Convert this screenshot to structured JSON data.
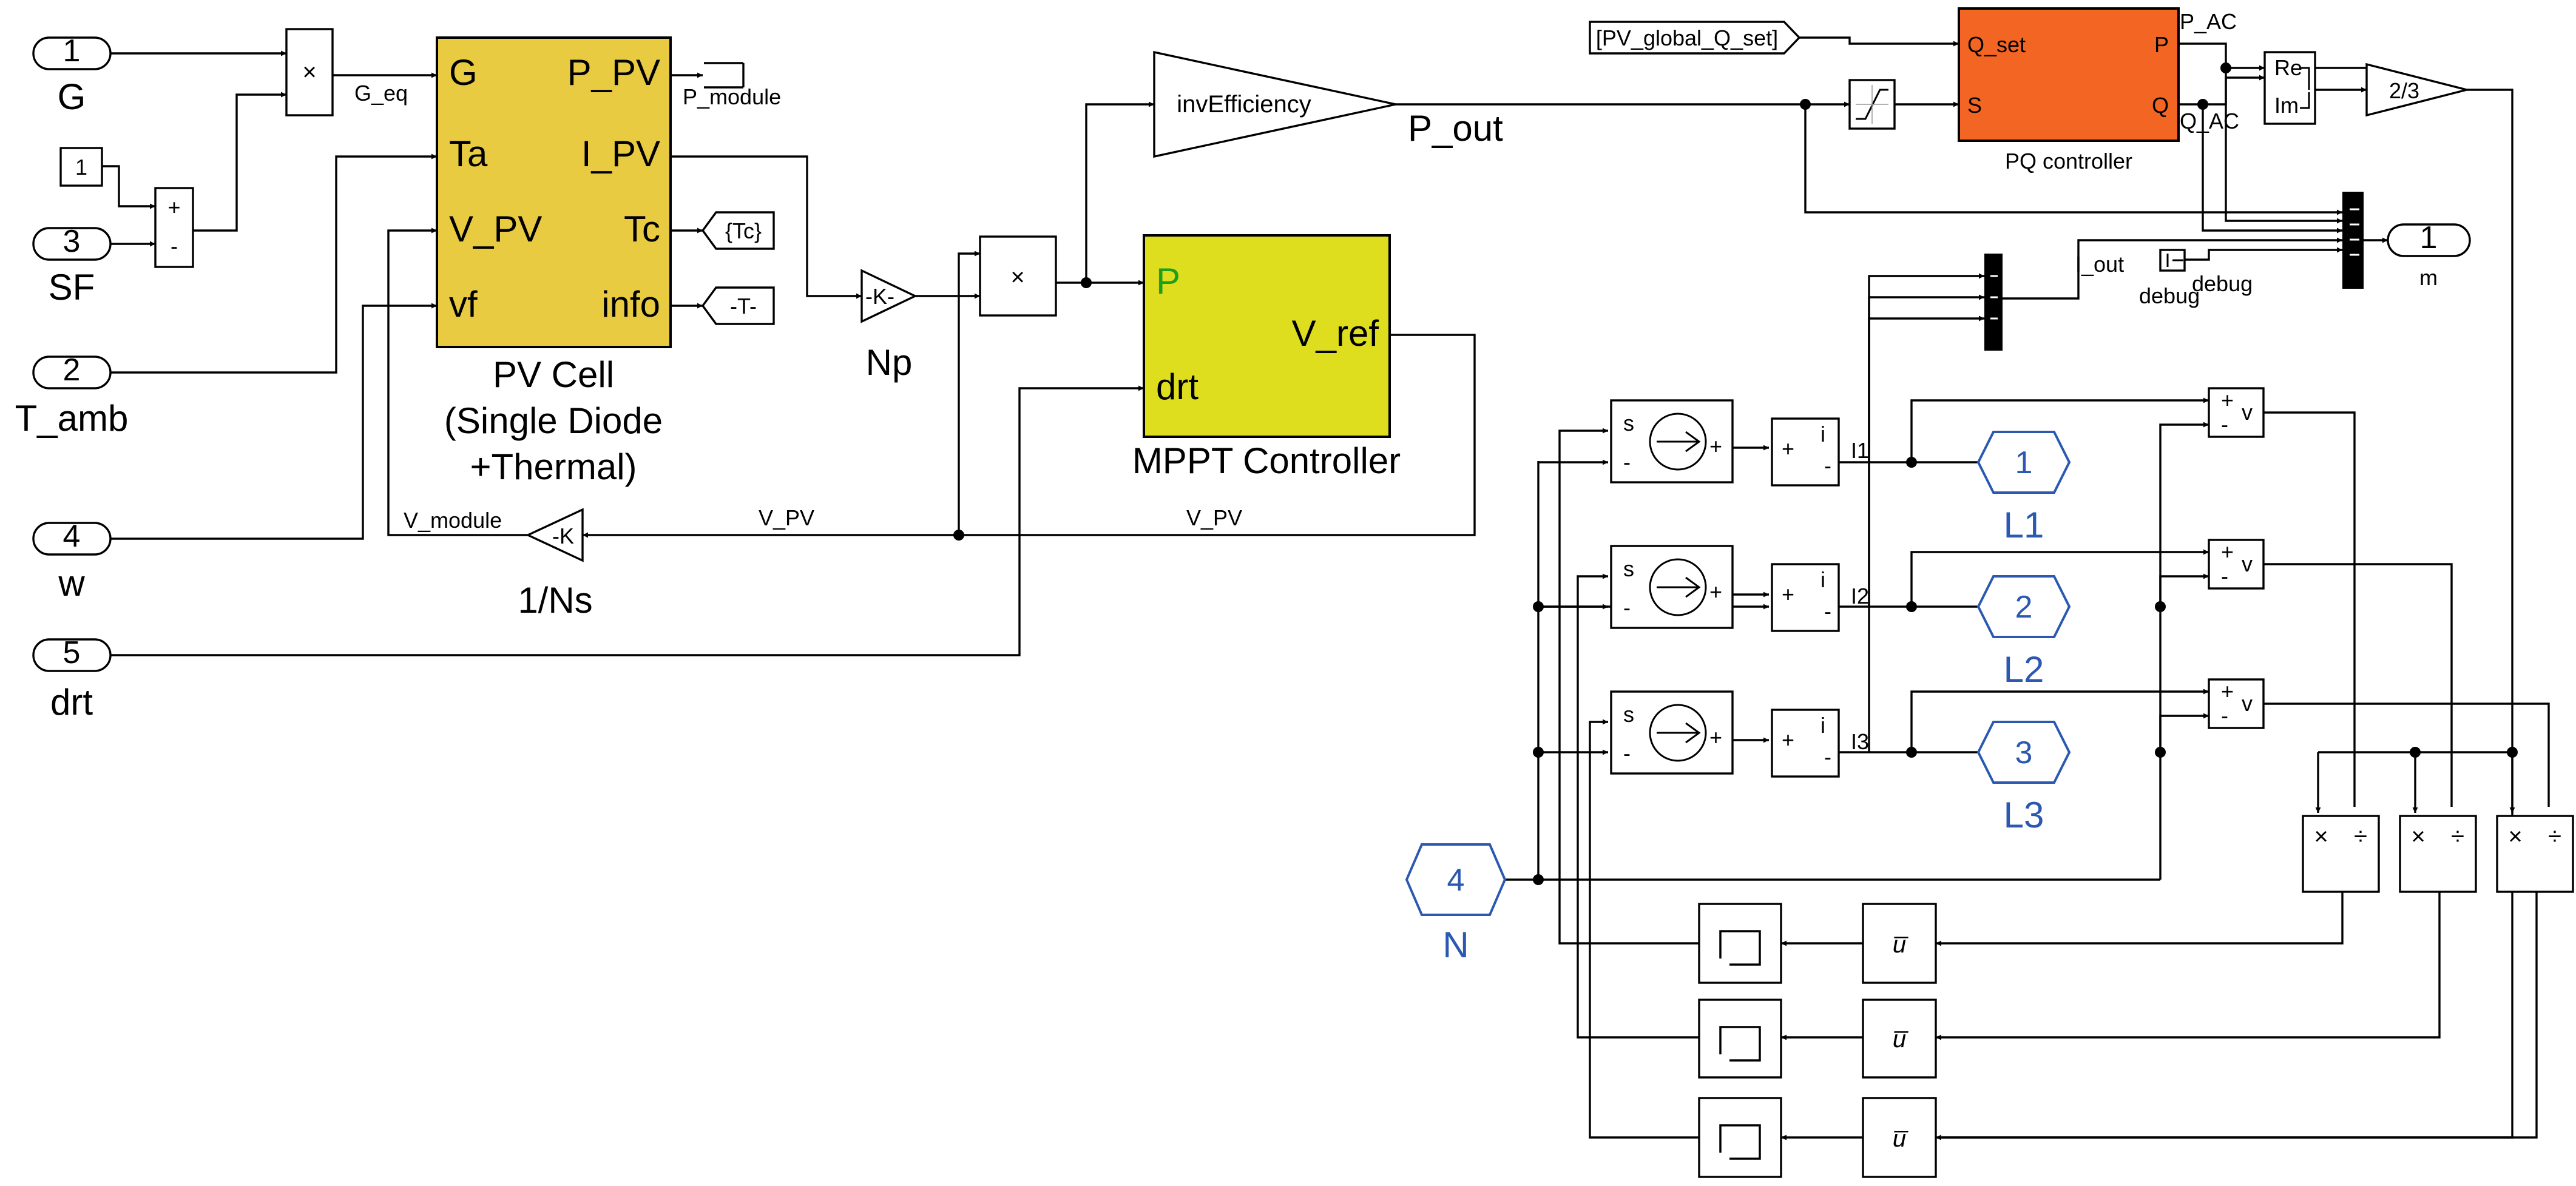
{
  "inports": [
    {
      "num": "1",
      "name": "G"
    },
    {
      "num": "3",
      "name": "SF"
    },
    {
      "num": "2",
      "name": "T_amb"
    },
    {
      "num": "4",
      "name": "w"
    },
    {
      "num": "5",
      "name": "drt"
    }
  ],
  "constant": "1",
  "sum_signs": [
    "+",
    "-"
  ],
  "product_symbol": "×",
  "divide_symbol": "÷",
  "pv_cell": {
    "title_lines": [
      "PV Cell",
      "(Single Diode",
      "+Thermal)"
    ],
    "inputs": [
      "G",
      "Ta",
      "V_PV",
      "vf"
    ],
    "outputs": [
      "P_PV",
      "I_PV",
      "Tc",
      "info"
    ],
    "color": "#e8cb40"
  },
  "signals": {
    "g_eq": "G_eq",
    "p_module": "P_module",
    "v_module": "V_module",
    "v_pv": "V_PV",
    "p_out": "P_out",
    "i_out": "I_out",
    "p_ac": "P_AC",
    "q_ac": "Q_AC"
  },
  "tags": {
    "tc": "{Tc}",
    "t": "-T-",
    "global_q": "[PV_global_Q_set]"
  },
  "gains": {
    "np": {
      "text": "-K-",
      "label": "Np"
    },
    "ns": {
      "text": "-K",
      "label": "1/Ns"
    },
    "inv_eff": "invEfficiency",
    "two_thirds": "2/3"
  },
  "mppt": {
    "title": "MPPT Controller",
    "in_p": "P",
    "in_drt": "drt",
    "out": "V_ref",
    "color": "#dede1f"
  },
  "pq": {
    "title": "PQ controller",
    "in_q": "Q_set",
    "in_s": "S",
    "out_p": "P",
    "out_q": "Q",
    "color": "#f26522"
  },
  "complex": {
    "re": "Re",
    "im": "Im"
  },
  "outport": {
    "num": "1",
    "name": "m"
  },
  "debug": {
    "label": "debug",
    "block": "debug"
  },
  "sources": [
    {
      "s": "s",
      "minus": "-",
      "plus": "+"
    },
    {
      "s": "s",
      "minus": "-",
      "plus": "+"
    },
    {
      "s": "s",
      "minus": "-",
      "plus": "+"
    }
  ],
  "current_meas": [
    {
      "plus": "+",
      "minus": "-",
      "i": "i",
      "tag": "I1"
    },
    {
      "plus": "+",
      "minus": "-",
      "i": "i",
      "tag": "I2"
    },
    {
      "plus": "+",
      "minus": "-",
      "i": "i",
      "tag": "I3"
    }
  ],
  "voltage_meas": [
    {
      "plus": "+",
      "minus": "-",
      "v": "v"
    },
    {
      "plus": "+",
      "minus": "-",
      "v": "v"
    },
    {
      "plus": "+",
      "minus": "-",
      "v": "v"
    }
  ],
  "conn_ports": [
    {
      "num": "1",
      "name": "L1"
    },
    {
      "num": "2",
      "name": "L2"
    },
    {
      "num": "3",
      "name": "L3"
    },
    {
      "num": "4",
      "name": "N"
    }
  ],
  "mean_symbol": "u̅"
}
